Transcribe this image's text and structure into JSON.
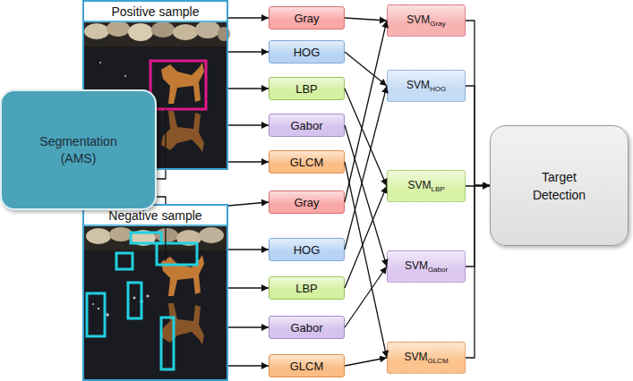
{
  "diagram": {
    "nodes": [
      {
        "text": [
          "Positive sample"
        ]
      },
      {
        "text": [
          "Segmentation (AMS)"
        ]
      },
      {
        "text": [
          "Negative sample"
        ]
      },
      {
        "text": [
          "Gray"
        ]
      },
      {
        "text": [
          "HOG"
        ]
      },
      {
        "text": [
          "LBP"
        ]
      },
      {
        "text": [
          "Gabor"
        ]
      },
      {
        "text": [
          "GLCM"
        ]
      },
      {
        "text": [
          "Gray"
        ]
      },
      {
        "text": [
          "HOG"
        ]
      },
      {
        "text": [
          "LBP"
        ]
      },
      {
        "text": [
          "Gabor"
        ]
      },
      {
        "text": [
          "GLCM"
        ]
      },
      {
        "text": [
          "SVM",
          "Gray"
        ]
      },
      {
        "text": [
          "SVM",
          "HOG"
        ]
      },
      {
        "text": [
          "SVM",
          "LBP"
        ]
      },
      {
        "text": [
          "SVM",
          "Gabor"
        ]
      },
      {
        "text": [
          "SVM",
          "GLCM"
        ]
      },
      {
        "text": [
          "Target Detection"
        ]
      }
    ],
    "edges": [
      {
        "from": 0,
        "to": 3,
        "arrow": "to"
      },
      {
        "from": 0,
        "to": 4,
        "arrow": "to"
      },
      {
        "from": 0,
        "to": 5,
        "arrow": "to"
      },
      {
        "from": 0,
        "to": 6,
        "arrow": "to"
      },
      {
        "from": 0,
        "to": 7,
        "arrow": "to"
      },
      {
        "from": 2,
        "to": 8,
        "arrow": "to"
      },
      {
        "from": 2,
        "to": 9,
        "arrow": "to"
      },
      {
        "from": 2,
        "to": 10,
        "arrow": "to"
      },
      {
        "from": 2,
        "to": 11,
        "arrow": "to"
      },
      {
        "from": 2,
        "to": 12,
        "arrow": "to"
      },
      {
        "from": 1,
        "to": 0,
        "arrow": "none"
      },
      {
        "from": 1,
        "to": 2,
        "arrow": "none"
      },
      {
        "from": 3,
        "to": 13,
        "arrow": "to"
      },
      {
        "from": 8,
        "to": 13,
        "arrow": "to"
      },
      {
        "from": 4,
        "to": 14,
        "arrow": "to"
      },
      {
        "from": 9,
        "to": 14,
        "arrow": "to"
      },
      {
        "from": 5,
        "to": 15,
        "arrow": "to"
      },
      {
        "from": 10,
        "to": 15,
        "arrow": "to"
      },
      {
        "from": 6,
        "to": 16,
        "arrow": "to"
      },
      {
        "from": 11,
        "to": 16,
        "arrow": "to"
      },
      {
        "from": 7,
        "to": 17,
        "arrow": "to"
      },
      {
        "from": 12,
        "to": 17,
        "arrow": "to"
      },
      {
        "from": 13,
        "to": 18,
        "arrow": "to"
      },
      {
        "from": 14,
        "to": 18,
        "arrow": "to"
      },
      {
        "from": 15,
        "to": 18,
        "arrow": "to"
      },
      {
        "from": 16,
        "to": 18,
        "arrow": "to"
      },
      {
        "from": 17,
        "to": 18,
        "arrow": "to"
      }
    ]
  }
}
